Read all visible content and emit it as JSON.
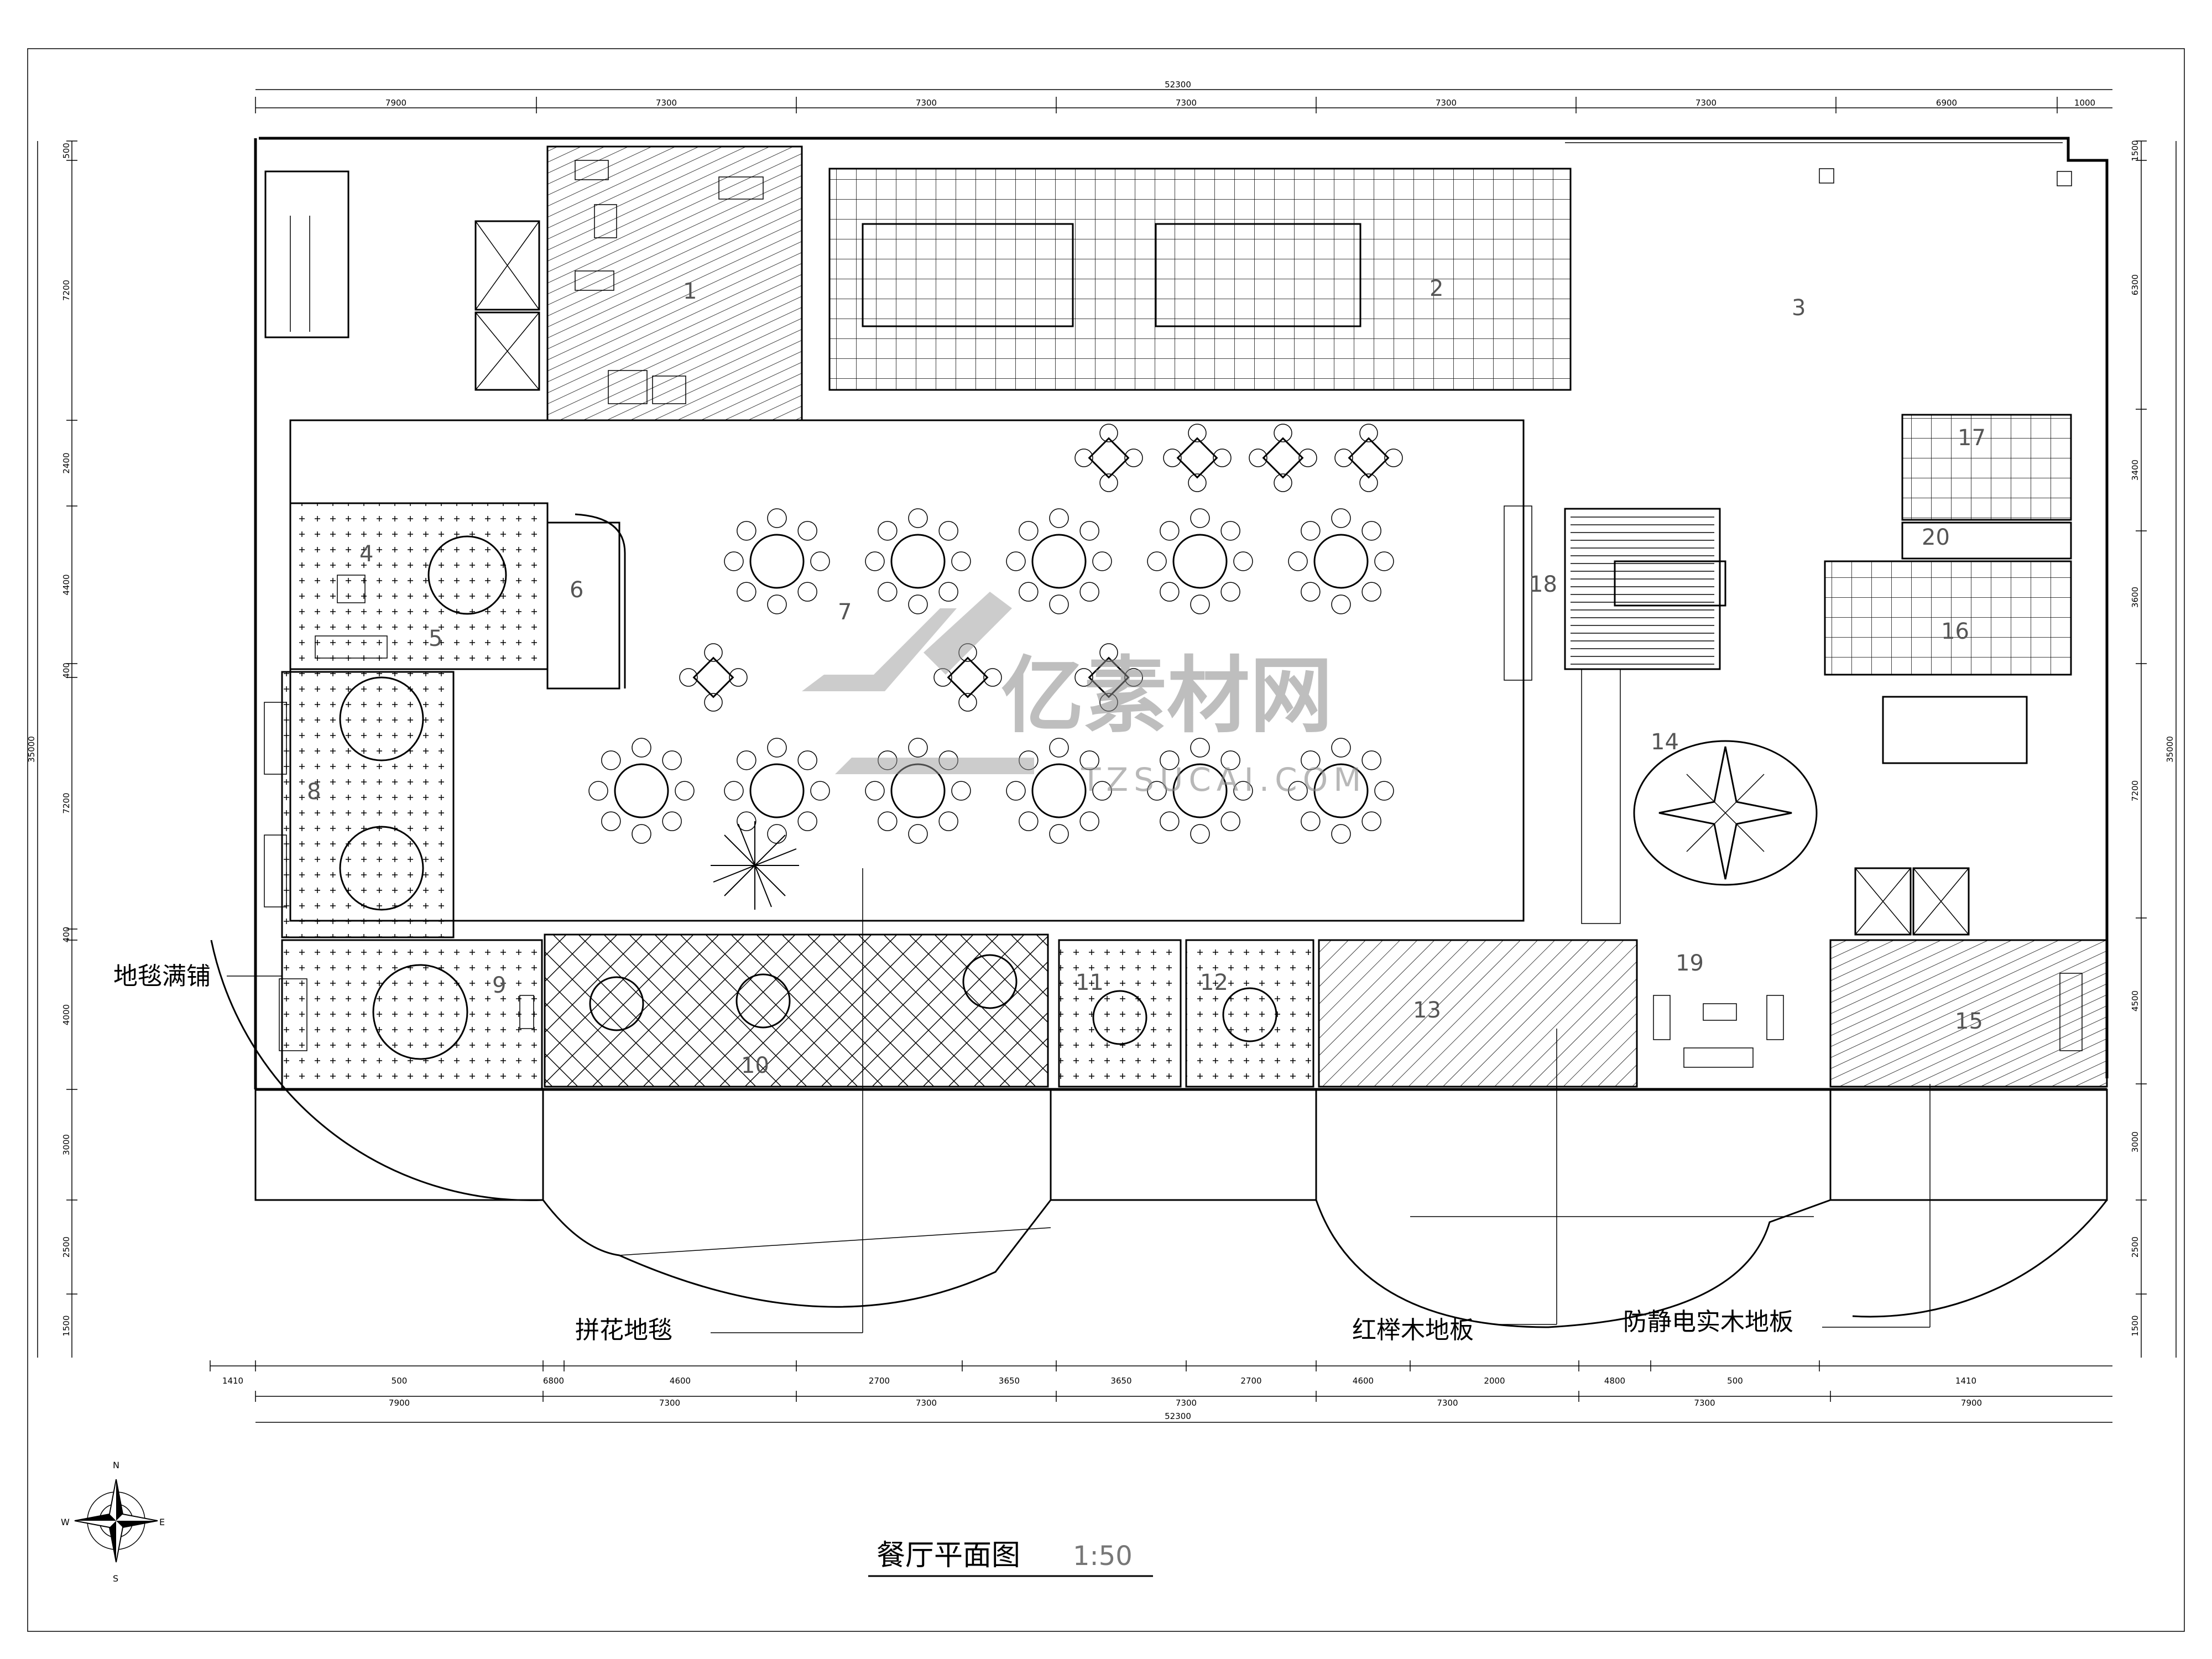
{
  "drawing": {
    "title": "餐厅平面图",
    "scale": "1:50"
  },
  "dimensions": {
    "top_total": "52300",
    "top_segments": [
      "7900",
      "7300",
      "7300",
      "7300",
      "7300",
      "7300",
      "6900",
      "1000"
    ],
    "bottom_row1": [
      "1410",
      "500",
      "6800",
      "4600",
      "2700",
      "3650",
      "3650",
      "2700",
      "4600",
      "2000",
      "4800",
      "500",
      "1410"
    ],
    "bottom_row2": [
      "7900",
      "7300",
      "7300",
      "7300",
      "7300",
      "7300",
      "7900"
    ],
    "bottom_total": "52300",
    "left_segments": [
      "500",
      "7200",
      "2400",
      "4400",
      "400",
      "7200",
      "400",
      "4000",
      "3000",
      "2500",
      "1500"
    ],
    "left_total": "35000",
    "right_segments": [
      "1500",
      "6300",
      "3400",
      "3600",
      "7200",
      "4500",
      "3000",
      "2500",
      "1500"
    ],
    "right_total": "35000"
  },
  "rooms": [
    "1",
    "2",
    "3",
    "4",
    "5",
    "6",
    "7",
    "8",
    "9",
    "10",
    "11",
    "12",
    "13",
    "14",
    "15",
    "16",
    "17",
    "18",
    "19",
    "20"
  ],
  "annotations": {
    "carpet_full": "地毯满铺",
    "pattern_carpet": "拼花地毯",
    "beech_floor": "红榉木地板",
    "antistatic_floor": "防静电实木地板"
  },
  "compass": {
    "n": "N",
    "s": "S",
    "e": "E",
    "w": "W"
  },
  "watermark": {
    "main": "亿素材网",
    "sub": "TZSUCAI.COM"
  }
}
